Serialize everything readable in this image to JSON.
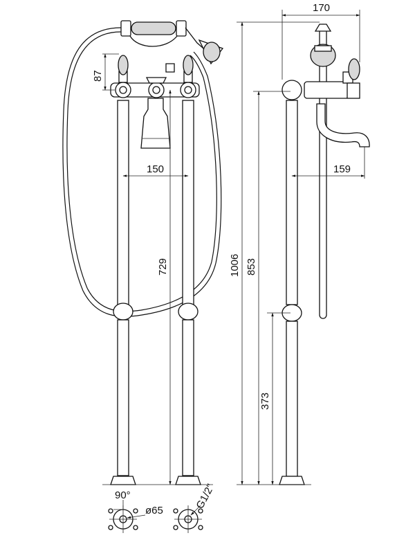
{
  "dimensions": {
    "overall_depth": "170",
    "valve_height": "87",
    "leg_spacing": "150",
    "spout_reach": "159",
    "leg_height": "729",
    "total_height": "1006",
    "spout_height": "853",
    "ball_height": "373",
    "base_angle": "90°",
    "base_diameter": "ø65",
    "thread_size": "G1/2\""
  },
  "colors": {
    "line": "#111111",
    "shade": "#d8d8d8",
    "background": "#ffffff"
  }
}
